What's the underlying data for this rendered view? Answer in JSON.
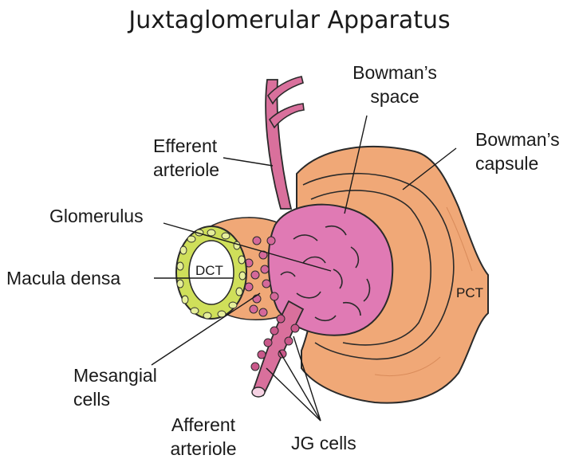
{
  "diagram": {
    "title": "Juxtaglomerular Apparatus",
    "labels": {
      "bowmans_space": [
        "Bowman’s",
        "space"
      ],
      "bowmans_capsule": [
        "Bowman’s",
        "capsule"
      ],
      "efferent_arteriole": [
        "Efferent",
        "arteriole"
      ],
      "glomerulus": "Glomerulus",
      "macula_densa": "Macula densa",
      "dct": "DCT",
      "pct": "PCT",
      "mesangial_cells": [
        "Mesangial",
        "cells"
      ],
      "afferent_arteriole": [
        "Afferent",
        "arteriole"
      ],
      "jg_cells": "JG cells"
    },
    "colors": {
      "pct_tubule": "#f0a877",
      "glomerulus": "#e07ab4",
      "arteriole": "#d9709c",
      "dct_wall": "#cfdf5a",
      "outline": "#2a2a2a",
      "text": "#1a1a1a"
    }
  }
}
